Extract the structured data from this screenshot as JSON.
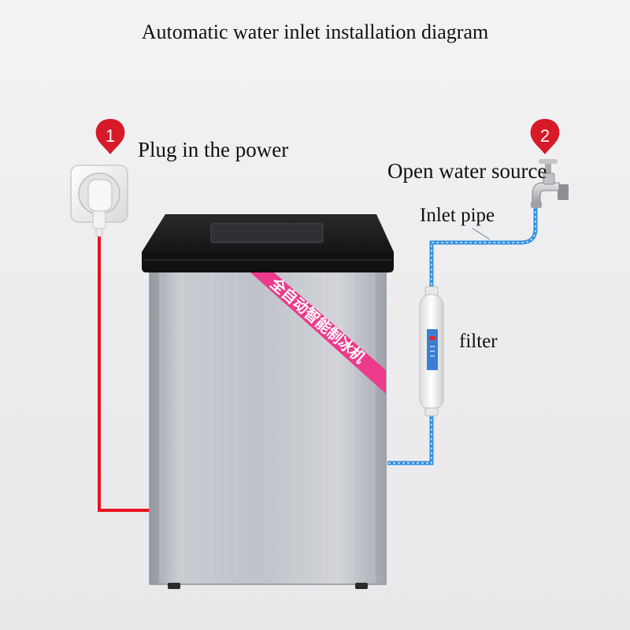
{
  "title": "Automatic water inlet installation diagram",
  "steps": [
    {
      "number": "1",
      "label": "Plug in the power"
    },
    {
      "number": "2",
      "label": "Open water source"
    }
  ],
  "labels": {
    "inlet_pipe": "Inlet pipe",
    "filter": "filter"
  },
  "machine_banner": "全自动智能制冰机",
  "colors": {
    "marker_red": "#d71a28",
    "power_cord": "#e8141e",
    "water_pipe": "#2f8fe0",
    "machine_steel": "#b8bcc3",
    "machine_lid": "#1a1a1c",
    "banner_pink": "#ec3a8c"
  }
}
